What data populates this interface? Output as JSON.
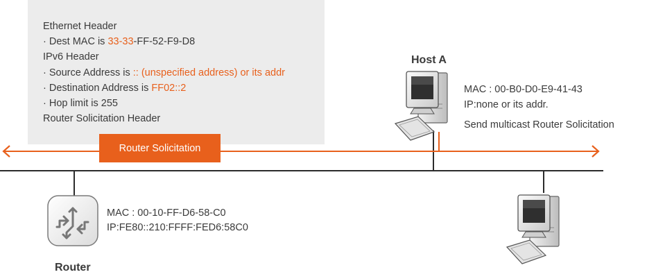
{
  "header_info": {
    "ethernet_title": "Ethernet Header",
    "dest_mac_prefix": "· Dest MAC is ",
    "dest_mac_highlight": "33-33",
    "dest_mac_rest": "-FF-52-F9-D8",
    "ipv6_title": "IPv6 Header",
    "src_prefix": "· Source Address is ",
    "src_highlight": ":: (unspecified address) or its addr",
    "dst_prefix": "· Destination Address is ",
    "dst_highlight": "FF02::2",
    "hop_limit": "· Hop limit is 255",
    "rs_header": "Router Solicitation Header"
  },
  "message_label": "Router Solicitation",
  "host_a": {
    "name": "Host A",
    "mac": "MAC : 00-B0-D0-E9-41-43",
    "ip": "IP:none or its addr.",
    "action": "Send multicast Router Solicitation"
  },
  "router": {
    "name": "Router",
    "mac": "MAC : 00-10-FF-D6-58-C0",
    "ip": "IP:FE80::210:FFFF:FED6:58C0"
  },
  "colors": {
    "accent": "#e8601c",
    "panel": "#ececec",
    "line": "#2b2b2b"
  },
  "icons": {
    "router": "router-icon",
    "host_a": "computer-icon",
    "host_b": "computer-icon"
  }
}
